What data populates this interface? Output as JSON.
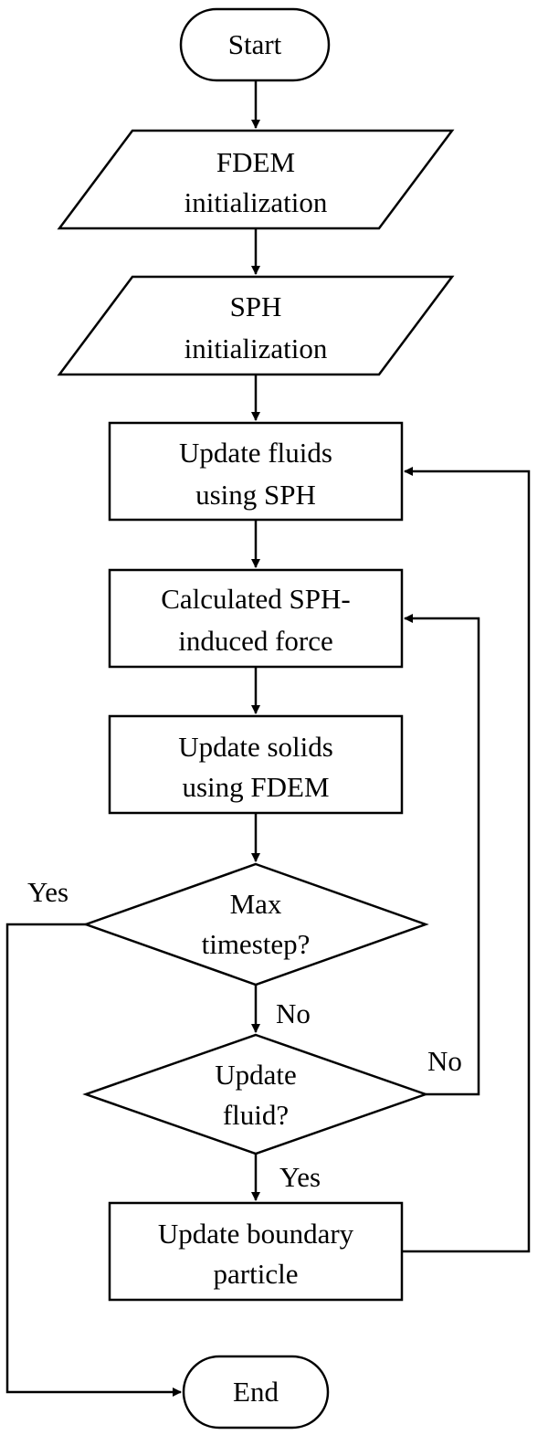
{
  "nodes": {
    "start": "Start",
    "fdem_init": [
      "FDEM",
      "initialization"
    ],
    "sph_init": [
      "SPH",
      "initialization"
    ],
    "update_fluids": [
      "Update fluids",
      "using SPH"
    ],
    "calc_force": [
      "Calculated SPH-",
      "induced force"
    ],
    "update_solids": [
      "Update solids",
      "using FDEM"
    ],
    "max_timestep": [
      "Max",
      "timestep?"
    ],
    "update_fluid_q": [
      "Update",
      "fluid?"
    ],
    "update_boundary": [
      "Update boundary",
      "particle"
    ],
    "end": "End"
  },
  "edge_labels": {
    "max_yes": "Yes",
    "max_no": "No",
    "fluid_no": "No",
    "fluid_yes": "Yes"
  }
}
